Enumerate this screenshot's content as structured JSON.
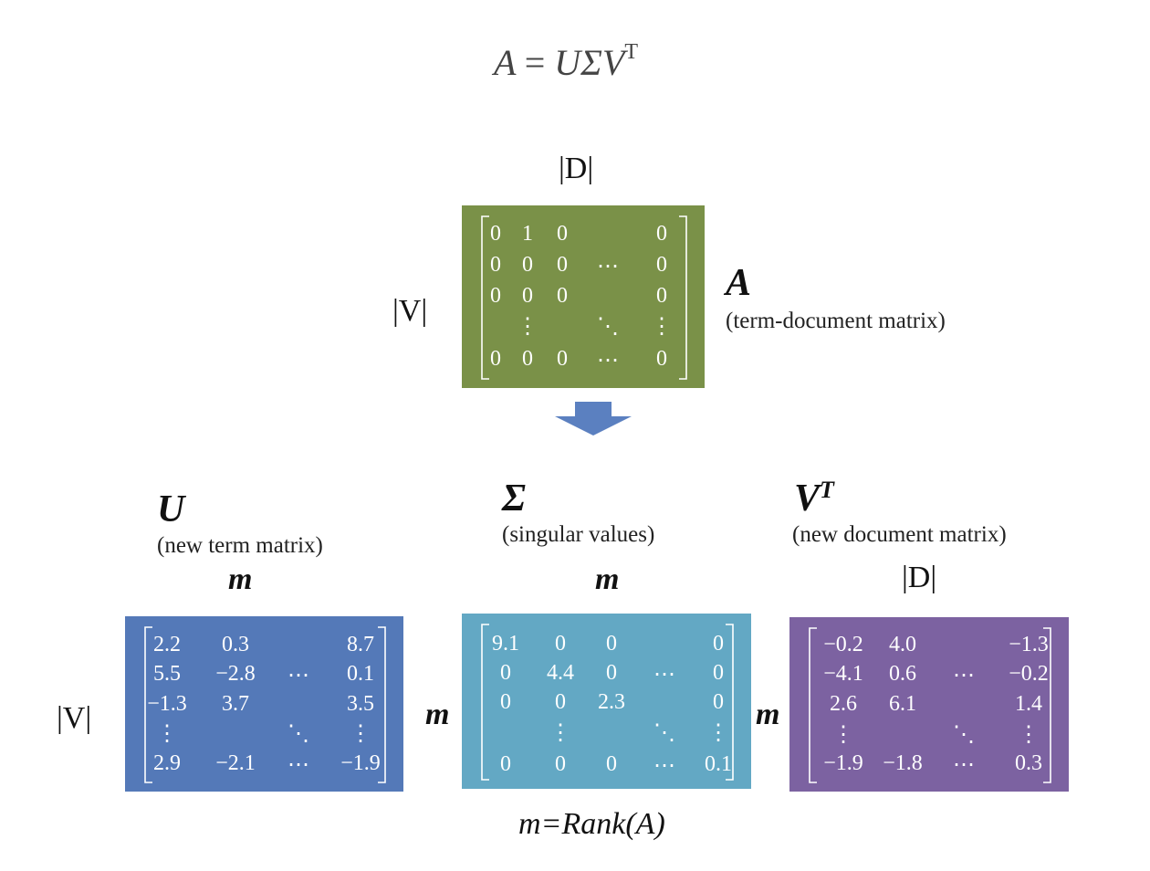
{
  "formula": {
    "lhs": "A",
    "eq": "=",
    "rhs": "UΣV",
    "sup": "T"
  },
  "top": {
    "cols_label": "|D|",
    "rows_label": "|V|",
    "name": "A",
    "subtitle": "(term-document matrix)",
    "color": "#7a9148",
    "cells": [
      [
        "0",
        "1",
        "0",
        "",
        "0"
      ],
      [
        "0",
        "0",
        "0",
        "⋯",
        "0"
      ],
      [
        "0",
        "0",
        "0",
        "",
        "0"
      ],
      [
        "",
        "⋮",
        "",
        "⋱",
        "⋮"
      ],
      [
        "0",
        "0",
        "0",
        "⋯",
        "0"
      ]
    ]
  },
  "arrow_color": "#5b80c0",
  "U": {
    "name": "U",
    "subtitle": "(new term matrix)",
    "cols_label": "m",
    "rows_label": "|V|",
    "color": "#5479b8",
    "cells": [
      [
        "2.2",
        "0.3",
        "",
        "8.7"
      ],
      [
        "5.5",
        "−2.8",
        "⋯",
        "0.1"
      ],
      [
        "−1.3",
        "3.7",
        "",
        "3.5"
      ],
      [
        "⋮",
        "",
        "⋱",
        "⋮"
      ],
      [
        "2.9",
        "−2.1",
        "⋯",
        "−1.9"
      ]
    ]
  },
  "S": {
    "name": "Σ",
    "subtitle": "(singular values)",
    "cols_label": "m",
    "rows_label": "m",
    "color": "#63a8c4",
    "cells": [
      [
        "9.1",
        "0",
        "0",
        "",
        "0"
      ],
      [
        "0",
        "4.4",
        "0",
        "⋯",
        "0"
      ],
      [
        "0",
        "0",
        "2.3",
        "",
        "0"
      ],
      [
        "",
        "⋮",
        "",
        "⋱",
        "⋮"
      ],
      [
        "0",
        "0",
        "0",
        "⋯",
        "0.1"
      ]
    ]
  },
  "VT": {
    "name": "V",
    "name_sup": "T",
    "subtitle": "(new document matrix)",
    "cols_label": "|D|",
    "rows_label": "m",
    "color": "#7c62a1",
    "cells": [
      [
        "−0.2",
        "4.0",
        "",
        "−1.3"
      ],
      [
        "−4.1",
        "0.6",
        "⋯",
        "−0.2"
      ],
      [
        "2.6",
        "6.1",
        "",
        "1.4"
      ],
      [
        "⋮",
        "",
        "⋱",
        "⋮"
      ],
      [
        "−1.9",
        "−1.8",
        "⋯",
        "0.3"
      ]
    ]
  },
  "rank_note": "m=Rank(A)"
}
